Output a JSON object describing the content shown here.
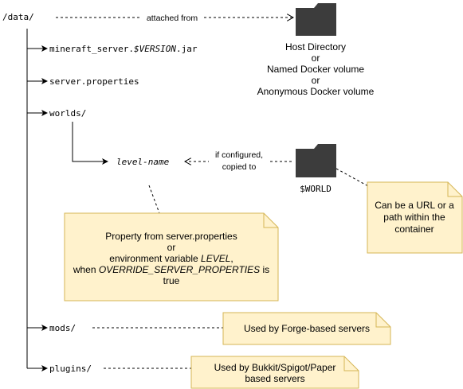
{
  "tree": {
    "root": "/data/",
    "jar_prefix": "mineraft_server.",
    "jar_var": "$VERSION",
    "jar_suffix": ".jar",
    "server_properties": "server.properties",
    "worlds": "worlds/",
    "level_name": "level-name",
    "mods": "mods/",
    "plugins": "plugins/"
  },
  "attach": {
    "label": "attached from",
    "line1": "Host Directory",
    "line2": "or",
    "line3": "Named Docker volume",
    "line4": "or",
    "line5": "Anonymous Docker volume"
  },
  "world": {
    "label1": "if configured,",
    "label2": "copied to",
    "var": "$WORLD"
  },
  "notes": {
    "url": {
      "line1": "Can be a URL or a",
      "line2": "path within the",
      "line3": "container"
    },
    "property": {
      "line1": "Property from server.properties",
      "line2": "or",
      "line3_prefix": "environment variable ",
      "line3_var": "LEVEL",
      "line3_suffix": ",",
      "line4_prefix": "when ",
      "line4_var": "OVERRIDE_SERVER_PROPERTIES",
      "line4_suffix": " is",
      "line5": "true"
    },
    "forge": "Used by Forge-based servers",
    "bukkit": {
      "line1": "Used by Bukkit/Spigot/Paper",
      "line2": "based servers"
    }
  },
  "icons": {
    "folder_color": "#3c3c3c",
    "note_fill": "#fff2cc",
    "note_stroke": "#d6b656"
  }
}
